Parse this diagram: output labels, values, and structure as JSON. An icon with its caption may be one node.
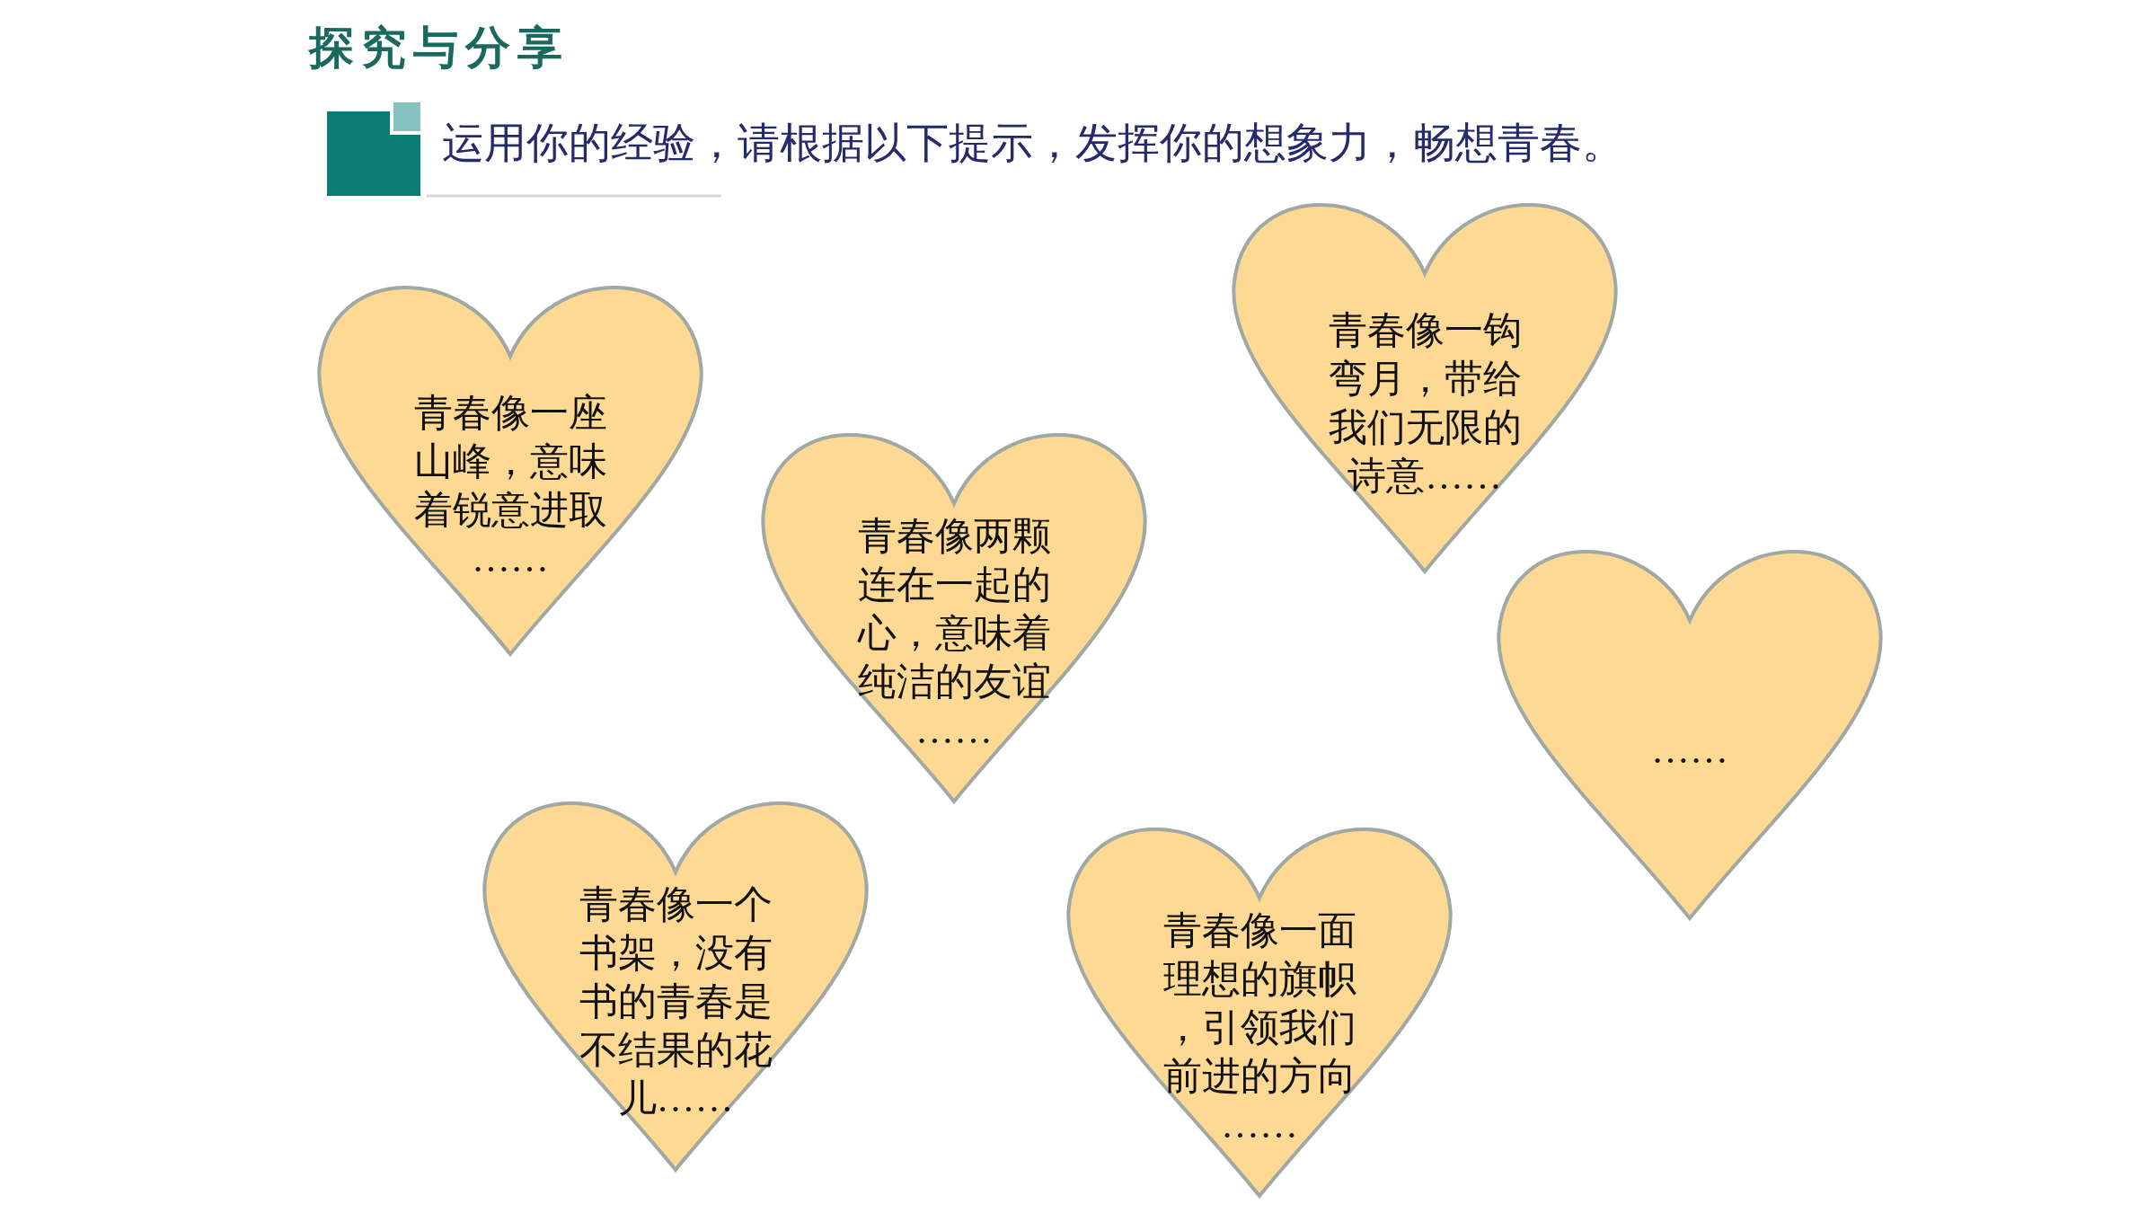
{
  "diagram": {
    "title": "探究与分享",
    "labels": [
      "运用你的经验，请根据以下提示，发挥你的想象力，畅想青春。"
    ],
    "nodes": [
      {
        "text": [
          "青春像一座山峰，意味着锐意进取……"
        ]
      },
      {
        "text": [
          "青春像两颗连在一起的心，意味着纯洁的友谊……"
        ]
      },
      {
        "text": [
          "青春像一钩弯月，带给我们无限的诗意……"
        ]
      },
      {
        "text": [
          "……"
        ]
      },
      {
        "text": [
          "青春像一个书架，没有书的青春是不结果的花儿……"
        ]
      },
      {
        "text": [
          "青春像一面理想的旗帜，引领我们前进的方向……"
        ]
      }
    ],
    "edges": []
  }
}
